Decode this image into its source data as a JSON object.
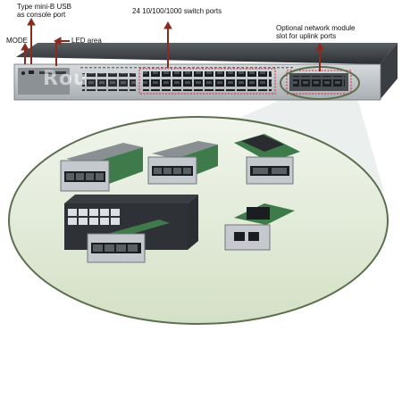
{
  "labels": {
    "usb_line1": "Type mini-B USB",
    "usb_line2": "as console port",
    "mode": "MODE",
    "led": "LED area",
    "ports": "24 10/100/1000 switch ports",
    "module_line1": "Optional network module",
    "module_line2": "slot for uplink ports"
  },
  "watermark": "Rou",
  "colors": {
    "arrow": "#8b2a1e",
    "highlight": "#d9262e",
    "ellipse_fill": "#e3ecd8",
    "ellipse_stroke": "#5d6f4f",
    "chassis": "#2e3236",
    "faceplate": "#c9cdd1",
    "pcb": "#3f7a4a"
  },
  "icons": [
    "arrow-up-icon",
    "arrow-left-icon",
    "rj45-port-icon",
    "sfp-slot-icon"
  ]
}
